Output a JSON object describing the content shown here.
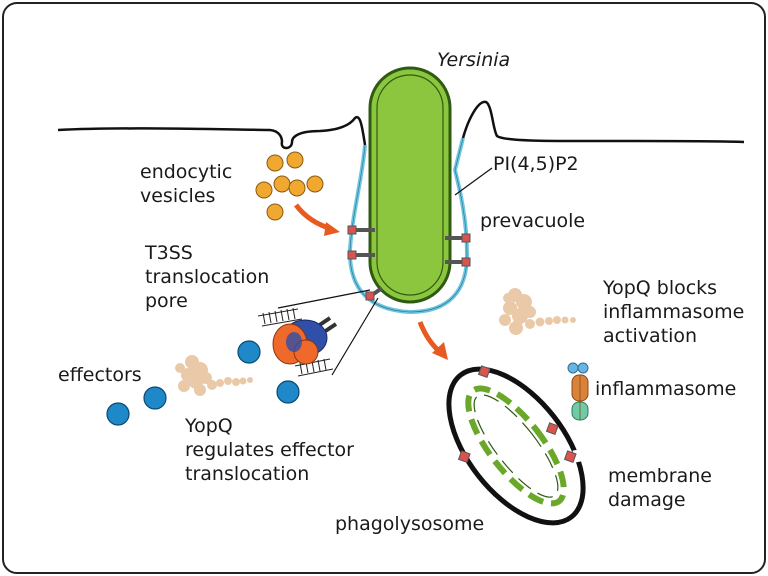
{
  "labels": {
    "organism": "Yersinia",
    "lipid": "PI(4,5)P2",
    "endocytic": "endocytic\nvesicles",
    "prevacuole": "prevacuole",
    "t3ss": "T3SS\ntranslocation\npore",
    "yopq_blocks": "YopQ blocks\ninflammasome\nactivation",
    "inflammasome": "inflammasome",
    "effectors": "effectors",
    "yopq_regulates": "YopQ\nregulates effector\ntranslocation",
    "membrane_damage": "membrane\ndamage",
    "phagolysosome": "phagolysosome"
  },
  "colors": {
    "bacterium_fill": "#8cc63f",
    "bacterium_stroke": "#2f5a12",
    "vacuole_membrane": "#6cc5e0",
    "vesicle": "#f0a830",
    "effector": "#1e88c8",
    "arrow": "#e85a1f",
    "pore_orange": "#ef6a2a",
    "pore_blue": "#2f4fa8",
    "protein_cloud": "#e8c4a0",
    "inflammasome_blue": "#6ab4e4",
    "inflammasome_orange": "#d9823a",
    "inflammasome_green": "#6fcaa8",
    "outline": "#111111"
  }
}
